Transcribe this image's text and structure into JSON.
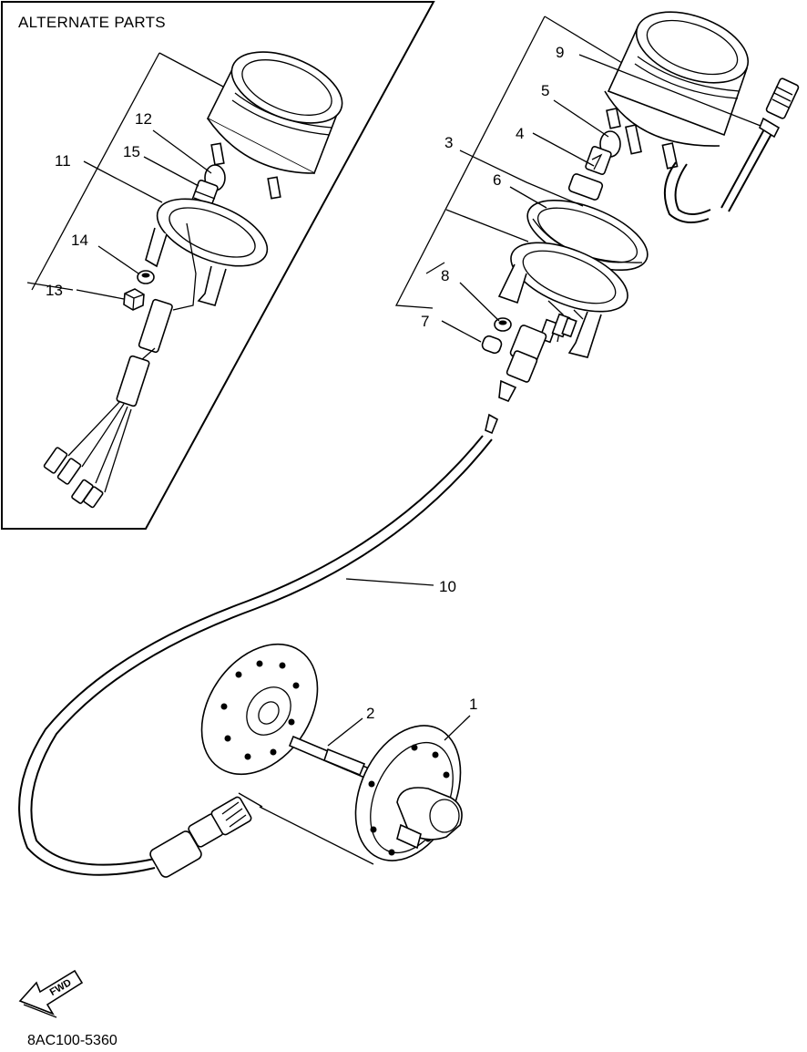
{
  "inset": {
    "title": "ALTERNATE PARTS"
  },
  "callouts": [
    "1",
    "2",
    "3",
    "4",
    "5",
    "6",
    "7",
    "8",
    "9",
    "10",
    "11",
    "12",
    "13",
    "14",
    "15"
  ],
  "fwd_label": "FWD",
  "diagram_code": "8AC100-5360"
}
